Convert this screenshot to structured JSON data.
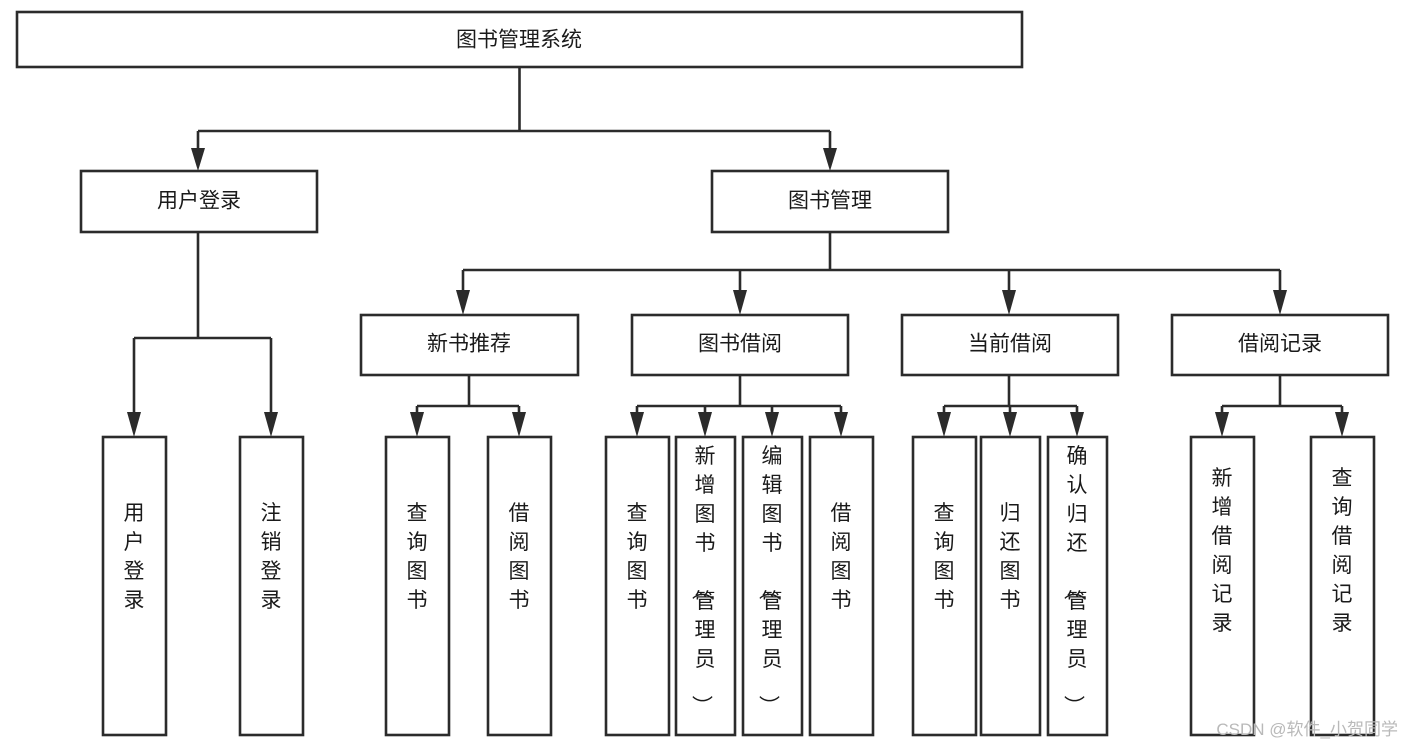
{
  "diagram": {
    "type": "tree",
    "title": "图书管理系统",
    "orientation": "top-down",
    "colors": {
      "box_stroke": "#2b2b2b",
      "box_fill": "#ffffff",
      "edge": "#2b2b2b",
      "text": "#1a1a1a",
      "watermark": "#b9b9b9",
      "background": "#ffffff"
    },
    "root": {
      "label": "图书管理系统"
    },
    "level2": [
      {
        "label": "用户登录"
      },
      {
        "label": "图书管理"
      }
    ],
    "level3": [
      {
        "label": "新书推荐"
      },
      {
        "label": "图书借阅"
      },
      {
        "label": "当前借阅"
      },
      {
        "label": "借阅记录"
      }
    ],
    "leaves": {
      "user_login": [
        {
          "label": "用户登录"
        },
        {
          "label": "注销登录"
        }
      ],
      "new_book_recommend": [
        {
          "label": "查询图书"
        },
        {
          "label": "借阅图书"
        }
      ],
      "book_borrow": [
        {
          "label": "查询图书"
        },
        {
          "label": "新增图书（管理员）"
        },
        {
          "label": "编辑图书（管理员）"
        },
        {
          "label": "借阅图书"
        }
      ],
      "current_borrow": [
        {
          "label": "查询图书"
        },
        {
          "label": "归还图书"
        },
        {
          "label": "确认归还（管理员）"
        }
      ],
      "borrow_record": [
        {
          "label": "新增借阅记录"
        },
        {
          "label": "查询借阅记录"
        }
      ]
    }
  },
  "watermark": {
    "text": "CSDN @软件_小贺同学"
  }
}
